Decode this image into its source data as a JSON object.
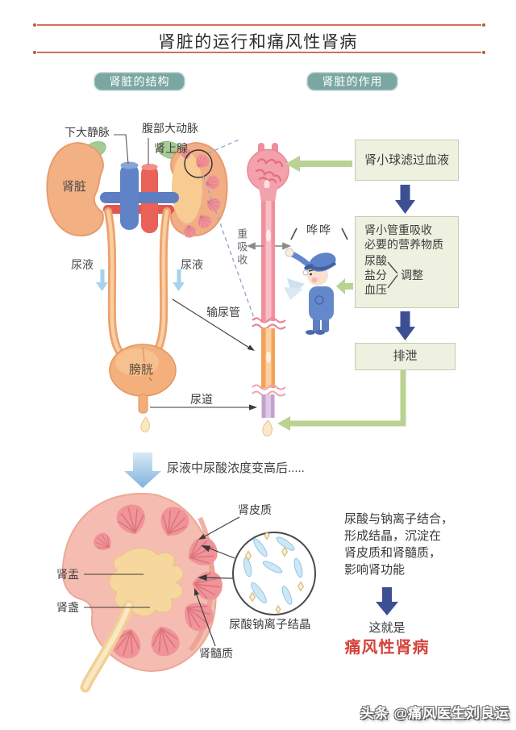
{
  "header": {
    "title": "肾脏的运行和痛风性肾病"
  },
  "badges": {
    "left": "肾脏的结构",
    "right": "肾脏的作用"
  },
  "anatomy": {
    "vena_cava": "下大静脉",
    "aorta": "腹部大动脉",
    "adrenal": "肾上腺",
    "kidney": "肾脏",
    "urine_left": "尿液",
    "urine_right": "尿液",
    "ureter": "输尿管",
    "bladder": "膀胱",
    "urethra": "尿道",
    "reabsorption_vertical": "重吸收",
    "whistle_sfx": "哗哗"
  },
  "flow": {
    "box1": "肾小球滤过血液",
    "box2_line1": "肾小管重吸收",
    "box2_line2": "必要的营养物质",
    "box2_item1": "尿酸",
    "box2_item2": "盐分",
    "box2_item3": "血压",
    "box2_result": "调整",
    "box3": "排泄"
  },
  "transition": {
    "text": "尿液中尿酸浓度变高后....."
  },
  "bottom_labels": {
    "cortex": "肾皮质",
    "pelvis": "肾盂",
    "calyx": "肾盏",
    "medulla": "肾髓质",
    "crystal": "尿酸钠离子结晶"
  },
  "conclusion": {
    "desc_line1": "尿酸与钠离子结合，",
    "desc_line2": "形成结晶，沉淀在",
    "desc_line3": "肾皮质和肾髓质，",
    "desc_line4": "影响肾功能",
    "intro": "这就是",
    "disease": "痛风性肾病"
  },
  "watermark": {
    "text": "头条 @痛风医生刘良运"
  },
  "colors": {
    "rule_red": "#d0705a",
    "badge_teal": "#7ba7a3",
    "box_bg": "#eef1e0",
    "arrow_green": "#b9d292",
    "arrow_navy": "#3d4f93",
    "arrow_lightblue": "#a6d2ee",
    "kidney_orange": "#f3b183",
    "nephron_pink": "#f28f9c",
    "tube_orange": "#f5a258",
    "tube_purple": "#c4a0ce",
    "disease_red": "#d6413a"
  }
}
